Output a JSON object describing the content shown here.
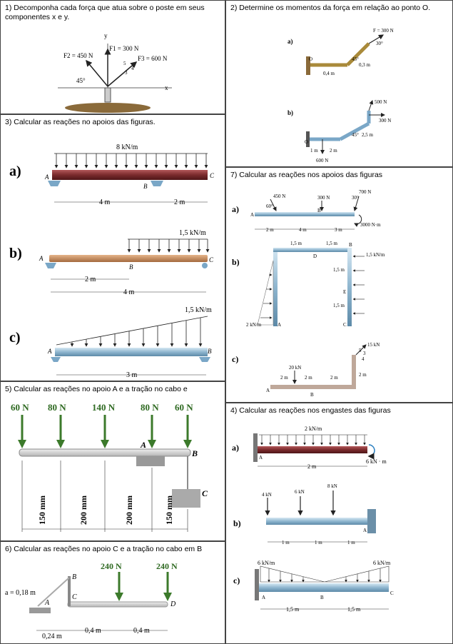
{
  "q1": {
    "title": "1) Decomponha cada força que atua sobre o poste em seus componentes x e y.",
    "labels": {
      "f1": "F1 = 300 N",
      "f2": "F2 = 450 N",
      "f3": "F3 = 600 N",
      "angle": "45°",
      "x": "x",
      "y": "y",
      "n5": "5",
      "n4": "4",
      "n3": "3"
    }
  },
  "q2": {
    "title": "2) Determine os momentos da força em relação ao ponto O.",
    "a": {
      "tag": "a)",
      "force": "F = 300 N",
      "ang30": "30°",
      "ang45": "45°",
      "len1": "0,4 m",
      "len2": "0,3 m",
      "o": "O"
    },
    "b": {
      "tag": "b)",
      "f1": "500 N",
      "f2": "300 N",
      "f3": "600 N",
      "ang": "45°",
      "len1": "1 m",
      "len2": "2 m",
      "len3": "2,5 m",
      "o": "O"
    }
  },
  "q3": {
    "title": "3) Calcular as reações no apoios das figuras.",
    "a": {
      "tag": "a)",
      "load": "8 kN/m",
      "A": "A",
      "B": "B",
      "C": "C",
      "d1": "4 m",
      "d2": "2 m"
    },
    "b": {
      "tag": "b)",
      "load": "1,5 kN/m",
      "A": "A",
      "B": "B",
      "C": "C",
      "d1": "2 m",
      "d2": "4 m"
    },
    "c": {
      "tag": "c)",
      "load": "1,5 kN/m",
      "A": "A",
      "B": "B",
      "d1": "3 m"
    }
  },
  "q7": {
    "title": "7) Calcular as reações nos apoios das figuras",
    "a": {
      "tag": "a)",
      "f1": "450 N",
      "f2": "300 N",
      "f3": "700 N",
      "m": "3000 N·m",
      "ang60": "60°",
      "ang30": "30°",
      "A": "A",
      "B": "B",
      "d1": "2 m",
      "d2": "4 m",
      "d3": "3 m"
    },
    "b": {
      "tag": "b)",
      "w1": "1,5 kN/m",
      "w2": "2 kN/m",
      "d1": "1,5 m",
      "d2": "1,5 m",
      "h1": "1,5 m",
      "h2": "1,5 m",
      "A": "A",
      "B": "B",
      "C": "C",
      "D": "D",
      "E": "E"
    },
    "c": {
      "tag": "c)",
      "f1": "20 kN",
      "f2": "15 kN",
      "d1": "2 m",
      "d2": "2 m",
      "d3": "2 m",
      "h": "2 m",
      "A": "A",
      "B": "B",
      "n5": "5",
      "n3": "3",
      "n4": "4"
    }
  },
  "q5": {
    "title": "5) Calcular as reações no apoio A e a tração no cabo e",
    "forces": [
      "60 N",
      "80 N",
      "140 N",
      "80 N",
      "60 N"
    ],
    "dims": [
      "150 mm",
      "200 mm",
      "200 mm",
      "150 mm"
    ],
    "A": "A",
    "B": "B",
    "C": "C"
  },
  "q4": {
    "title": "4) Calcular as reações nos engastes das figuras",
    "a": {
      "tag": "a)",
      "load": "2 kN/m",
      "m": "6 kN · m",
      "d": "2 m",
      "A": "A"
    },
    "b": {
      "tag": "b)",
      "f1": "4 kN",
      "f2": "6 kN",
      "f3": "8 kN",
      "d1": "1 m",
      "d2": "1 m",
      "d3": "1 m",
      "A": "A"
    },
    "c": {
      "tag": "c)",
      "w1": "6 kN/m",
      "w2": "6 kN/m",
      "A": "A",
      "B": "B",
      "C": "C",
      "d1": "1,5 m",
      "d2": "1,5 m"
    }
  },
  "q6": {
    "title": "6) Calcular as reações no apoio C e a tração no cabo em B",
    "f1": "240 N",
    "f2": "240 N",
    "a": "a = 0,18 m",
    "B": "B",
    "C": "C",
    "A": "A",
    "D": "D",
    "d1": "0,24 m",
    "d2": "0,4 m",
    "d3": "0,4 m"
  }
}
